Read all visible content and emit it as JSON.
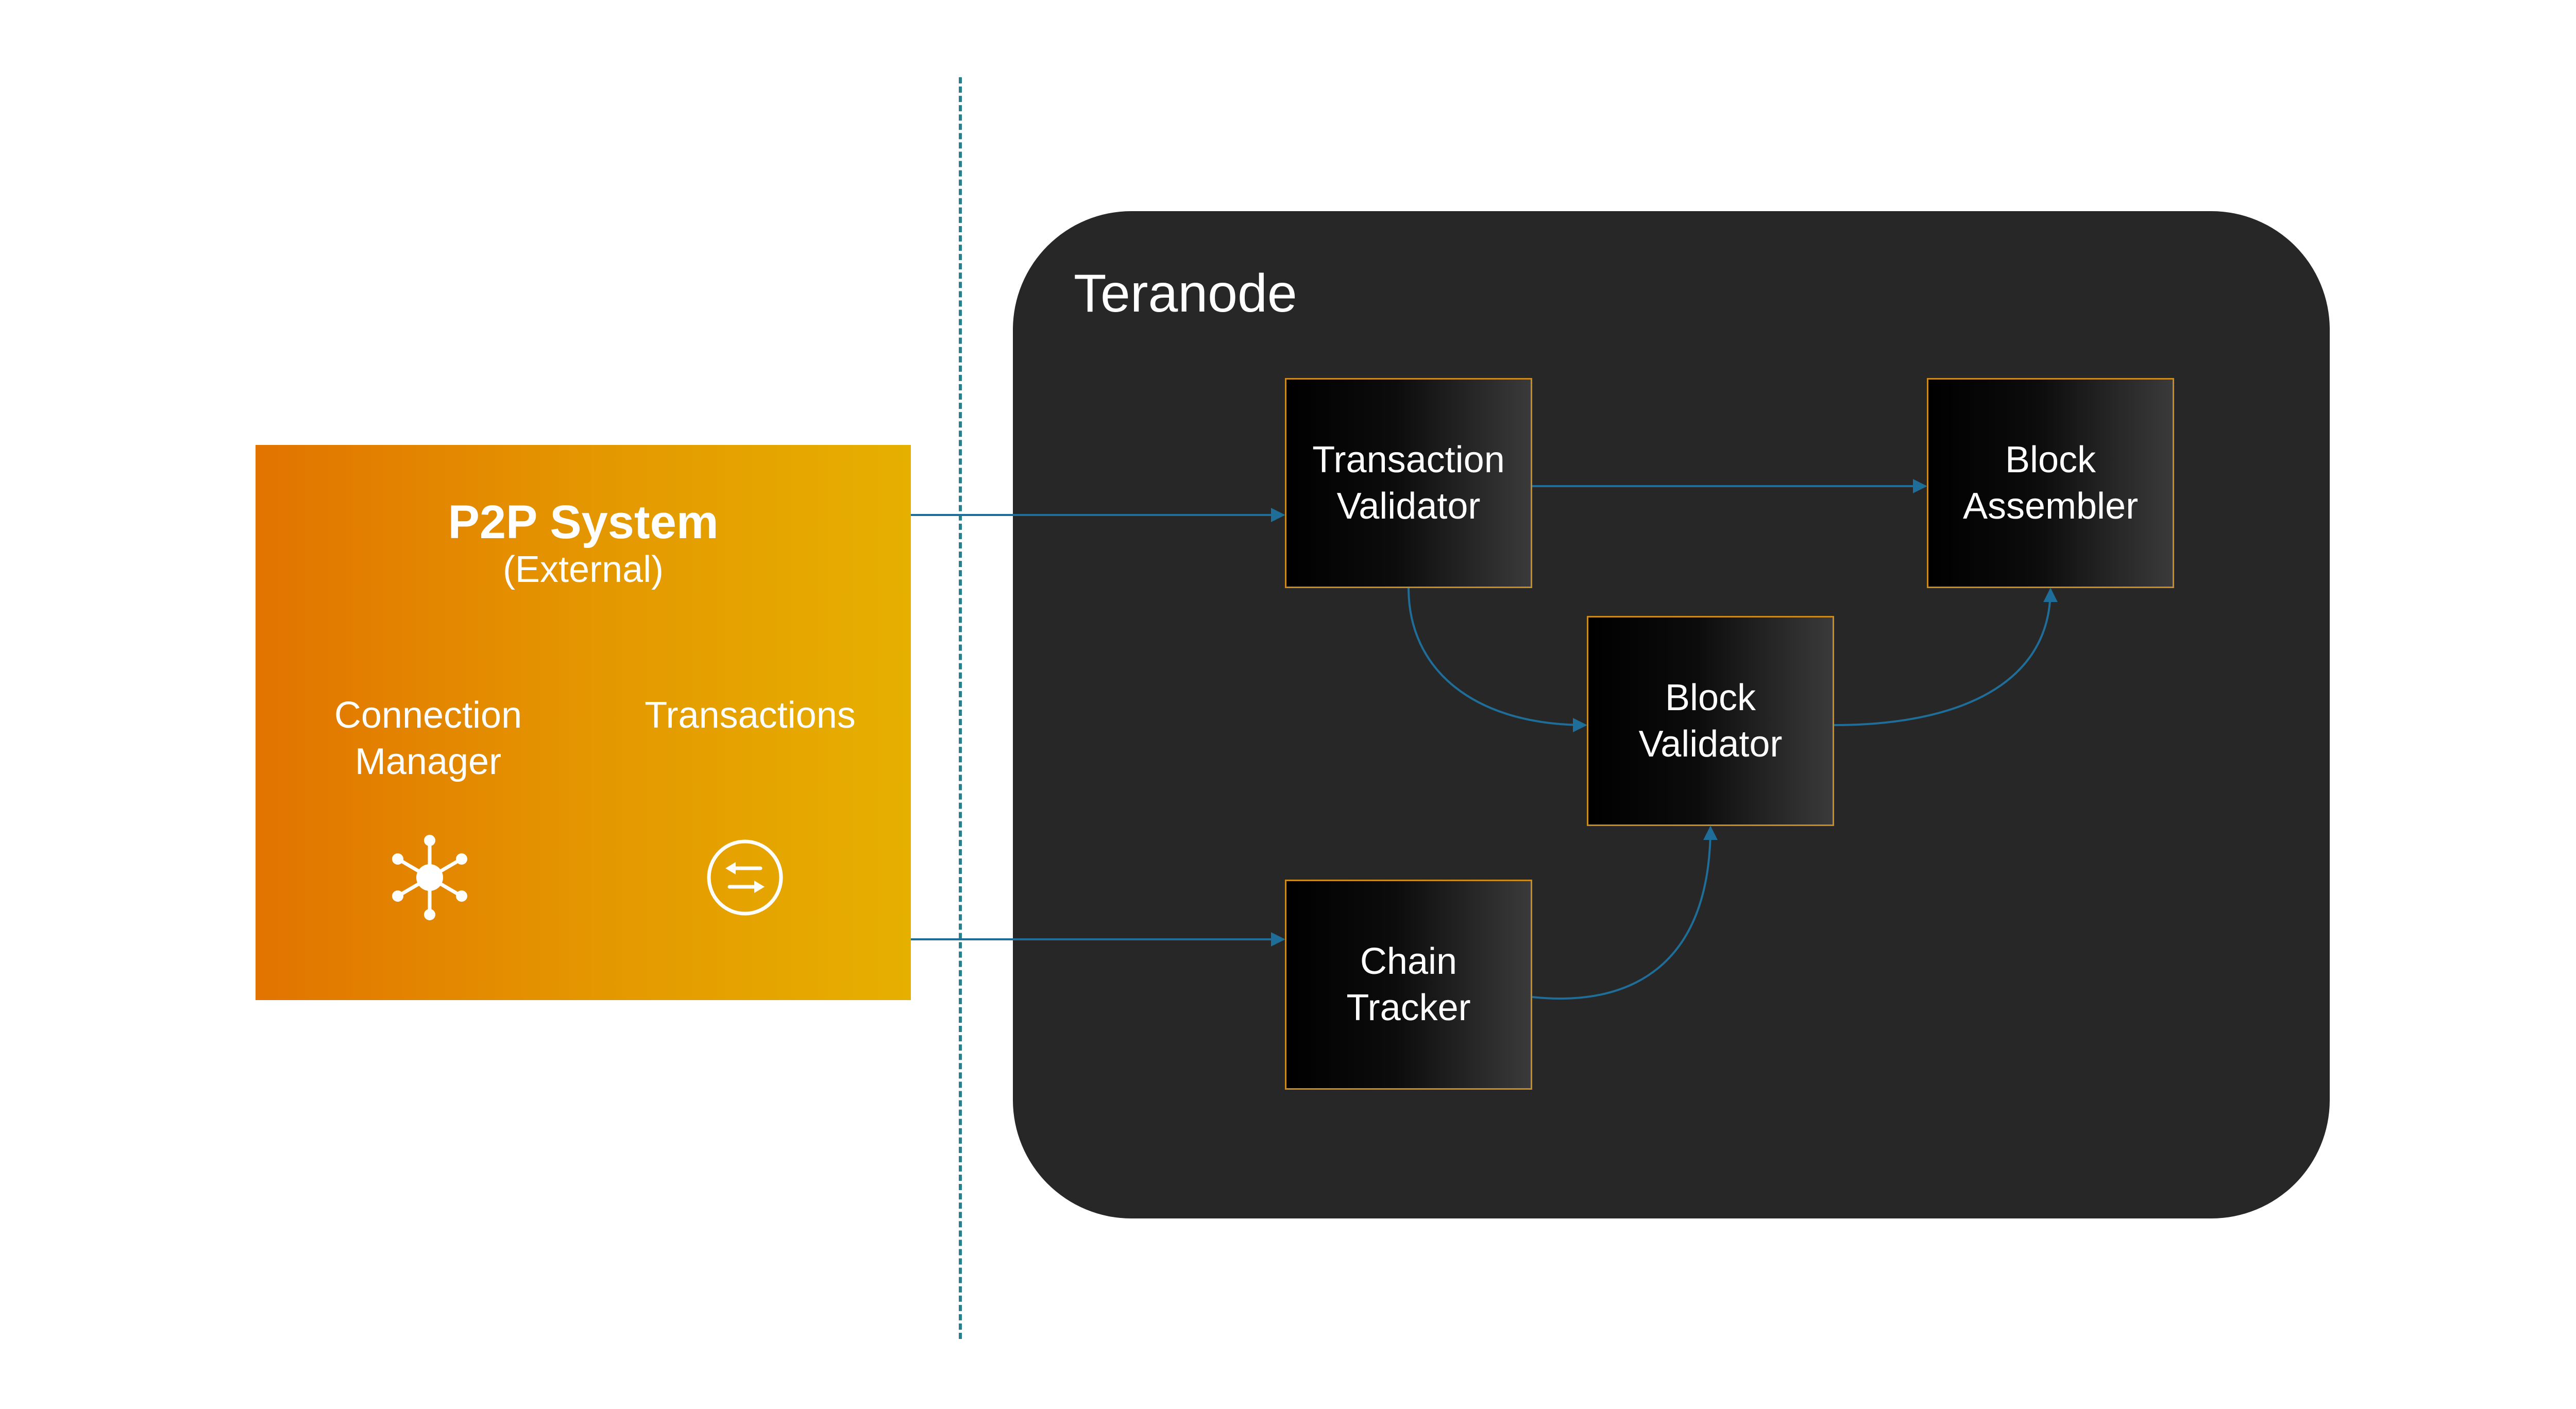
{
  "p2p": {
    "title": "P2P System",
    "subtitle": "(External)",
    "connection_manager": "Connection\nManager",
    "transactions": "Transactions",
    "icons": [
      "network-hub-icon",
      "swap-arrows-icon"
    ]
  },
  "teranode": {
    "title": "Teranode",
    "components": {
      "transaction_validator": "Transaction\nValidator",
      "block_assembler": "Block\nAssembler",
      "block_validator": "Block\nValidator",
      "chain_tracker": "Chain\nTracker"
    }
  },
  "colors": {
    "p2p_gradient_start": "#e27300",
    "p2p_gradient_end": "#e6b000",
    "teranode_bg": "#272727",
    "component_border": "#c98a1e",
    "arrow": "#1f6e99",
    "boundary": "#2a7f8f"
  },
  "edges": [
    {
      "from": "P2P System",
      "to": "Transaction Validator"
    },
    {
      "from": "P2P System",
      "to": "Chain Tracker"
    },
    {
      "from": "Transaction Validator",
      "to": "Block Assembler"
    },
    {
      "from": "Transaction Validator",
      "to": "Block Validator"
    },
    {
      "from": "Block Validator",
      "to": "Block Assembler"
    },
    {
      "from": "Chain Tracker",
      "to": "Block Validator"
    }
  ]
}
